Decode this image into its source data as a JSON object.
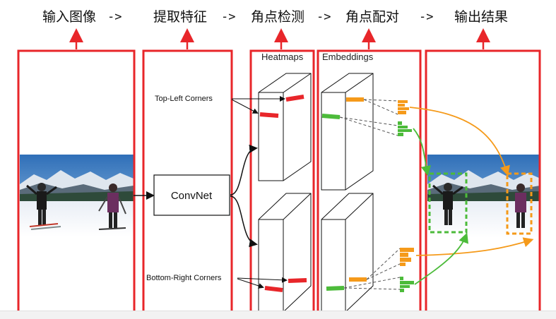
{
  "pipeline": {
    "steps": [
      "输入图像",
      "提取特征",
      "角点检测",
      "角点配对",
      "输出结果"
    ],
    "separator": "->"
  },
  "labels": {
    "heatmaps": "Heatmaps",
    "embeddings": "Embeddings",
    "convnet": "ConvNet",
    "top_left": "Top-Left Corners",
    "bottom_right": "Bottom-Right Corners"
  },
  "colors": {
    "frame": "#e8262a",
    "heat_mark": "#e8262a",
    "orange": "#f59a1a",
    "green": "#4cbb3a"
  }
}
